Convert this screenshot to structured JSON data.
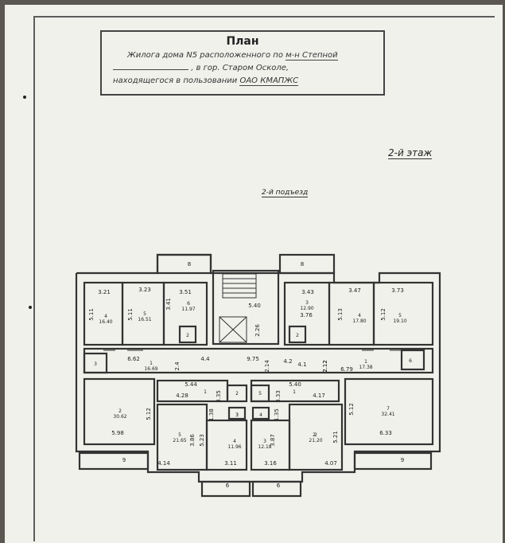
{
  "header": {
    "title": "План",
    "line1_a": "Жилога дома N5 расположенного по",
    "line1_b": "м-н Степной",
    "line2": ", в гор. Старом Осколе,",
    "line3_a": "находящегося в пользовании",
    "line3_b": "ОАО КМАПЖС"
  },
  "floor_label": "2-й этаж",
  "entrance_label": "2-й подъезд",
  "plan": {
    "dims": [
      "8",
      "8",
      "3.21",
      "3.23",
      "3.51",
      "3.43",
      "3.47",
      "3.73",
      "5.11",
      "5.11",
      "3.41",
      "5.40",
      "3.76",
      "5.13",
      "5.12",
      "2.26",
      "6.62",
      "4.4",
      "9.75",
      "4.2",
      "4.1",
      "6.79",
      "5.44",
      "4.28",
      "5.40",
      "4.17",
      "3.35",
      "1.38",
      "3.33",
      "1.35",
      "5.12",
      "5.98",
      "5.23",
      "3.86",
      "3.87",
      "5.21",
      "5.12",
      "6.33",
      "4.14",
      "3.11",
      "3.16",
      "4.07",
      "9",
      "9",
      "6",
      "6",
      "2.4",
      "2.14",
      "2.12",
      "2.12"
    ],
    "rooms": [
      {
        "no": "4",
        "area": "16.40"
      },
      {
        "no": "5",
        "area": "16.51"
      },
      {
        "no": "6",
        "area": "11.97"
      },
      {
        "no": "3",
        "area": "12.90"
      },
      {
        "no": "4",
        "area": "17.80"
      },
      {
        "no": "5",
        "area": "19.10"
      },
      {
        "no": "1",
        "area": "16.69"
      },
      {
        "no": "1",
        "area": "17.38"
      },
      {
        "no": "2",
        "area": "30.62"
      },
      {
        "no": "7",
        "area": "32.41"
      },
      {
        "no": "5",
        "area": "21.65"
      },
      {
        "no": "4",
        "area": "11.96"
      },
      {
        "no": "3",
        "area": "12.18"
      },
      {
        "no": "2",
        "area": "21.20"
      }
    ],
    "small_nos": [
      "2",
      "3",
      "3",
      "2",
      "1",
      "2",
      "3",
      "5",
      "1",
      "4",
      "2",
      "6"
    ]
  }
}
